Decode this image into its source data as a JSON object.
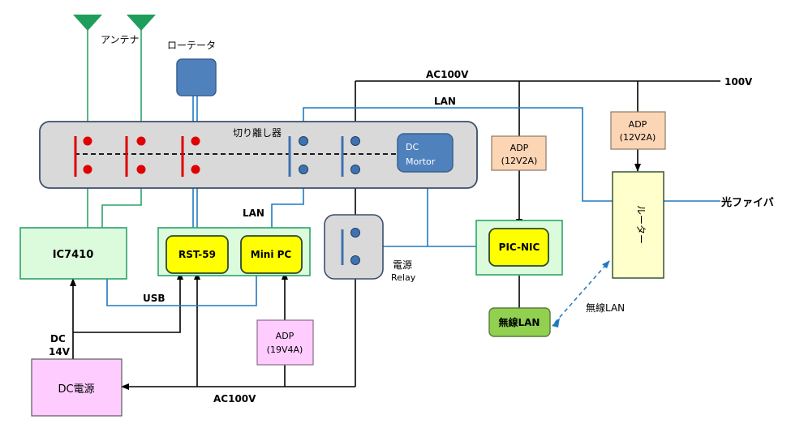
{
  "labels": {
    "antenna": "アンテナ",
    "rotator": "ローテータ",
    "switch_box": "切り離し器",
    "dc_motor_line1": "DC",
    "dc_motor_line2": "Mortor",
    "ic7410": "IC7410",
    "rst59": "RST-59",
    "mini_pc": "Mini PC",
    "power_relay_line1": "電源",
    "power_relay_line2": "Relay",
    "pic_nic": "PIC-NIC",
    "wireless_lan_box": "無線LAN",
    "wireless_lan_link": "無線LAN",
    "router": "ルーター",
    "adp_pic_line1": "ADP",
    "adp_pic_line2": "(12V2A)",
    "adp_router_line1": "ADP",
    "adp_router_line2": "(12V2A)",
    "adp_pc_line1": "ADP",
    "adp_pc_line2": "(19V4A)",
    "dc_power": "DC電源",
    "dc14v_line1": "DC",
    "dc14v_line2": "14V",
    "ac100v_top": "AC100V",
    "v100": "100V",
    "lan_top": "LAN",
    "lan_mid": "LAN",
    "usb": "USB",
    "ac100v_bottom": "AC100V",
    "fiber": "光ファイバ"
  },
  "colors": {
    "antenna": "#1e9e5a",
    "antenna_line": "#2ca36a",
    "switch_box_fill": "#d9d9d9",
    "switch_box_stroke": "#3a4f6e",
    "red_contact": "#e00000",
    "blue_contact": "#3f73b0",
    "motor_fill": "#4f81bd",
    "lan_line": "#1f7ac2",
    "light_green_fill": "#dcfadc",
    "yellow_fill": "#ffff00",
    "orange_fill": "#fcd5b4",
    "pink_fill": "#ffccff",
    "router_fill": "#ffffcc",
    "wlan_fill": "#92d050"
  }
}
